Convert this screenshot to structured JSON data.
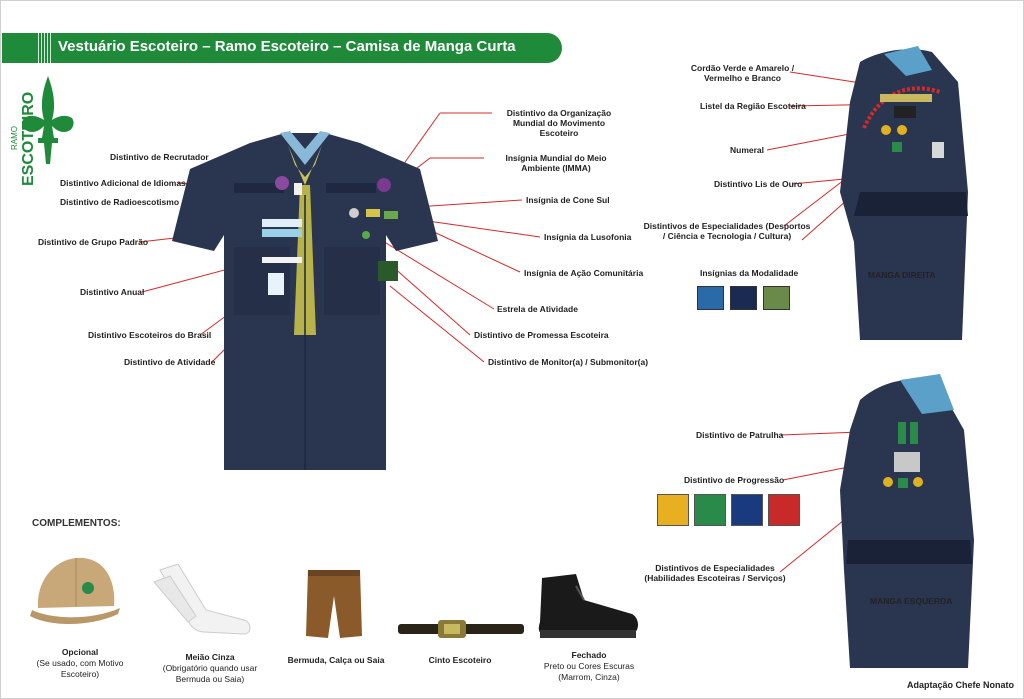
{
  "title": "Vestuário Escoteiro – Ramo Escoteiro – Camisa de Manga Curta",
  "logo": {
    "small": "RAMO",
    "big": "ESCOTEIRO"
  },
  "shirt_labels": {
    "recrutador": "Distintivo de Recrutador",
    "idiomas": "Distintivo Adicional de Idiomas",
    "radio": "Distintivo de Radioescotismo",
    "grupo": "Distintivo de Grupo Padrão",
    "anual": "Distintivo Anual",
    "brasil": "Distintivo Escoteiros do Brasil",
    "atividade": "Distintivo de Atividade",
    "oms": "Distintivo da Organização Mundial do Movimento Escoteiro",
    "imma": "Insígnia Mundial do Meio Ambiente (IMMA)",
    "conesul": "Insígnia de Cone Sul",
    "lusofonia": "Insígnia da Lusofonia",
    "comunitaria": "Insígnia de Ação Comunitária",
    "estrela": "Estrela de Atividade",
    "promessa": "Distintivo de Promessa Escoteira",
    "monitor": "Distintivo de Monitor(a) / Submonitor(a)"
  },
  "right_labels": {
    "cordao": "Cordão Verde e Amarelo / Vermelho e Branco",
    "listel": "Listel da Região Escoteira",
    "numeral": "Numeral",
    "lis": "Distintivo Lis de Ouro",
    "especialidades": "Distintivos de Especialidades (Desportos / Ciência e Tecnologia / Cultura)",
    "modalidade": "Insígnias da Modalidade",
    "manga_direita": "MANGA DIREITA",
    "patrulha": "Distintivo de Patrulha",
    "progressao": "Distintivo de Progressão",
    "especialidades2": "Distintivos de Especialidades (Habilidades Escoteiras / Serviços)",
    "manga_esquerda": "MANGA ESQUERDA"
  },
  "complementos": {
    "heading": "COMPLEMENTOS:",
    "cap": {
      "title": "Opcional",
      "sub": "(Se usado, com Motivo Escoteiro)"
    },
    "socks": {
      "title": "Meião Cinza",
      "sub": "(Obrigatório quando usar Bermuda ou Saia)"
    },
    "shorts": {
      "title": "Bermuda, Calça ou Saia"
    },
    "belt": {
      "title": "Cinto Escoteiro"
    },
    "shoe": {
      "title": "Fechado",
      "sub": "Preto ou Cores Escuras (Marrom, Cinza)"
    }
  },
  "credit": "Adaptação Chefe Nonato",
  "colors": {
    "green": "#1f8a3a",
    "navy": "#2a3550",
    "line": "#d42a2a"
  }
}
